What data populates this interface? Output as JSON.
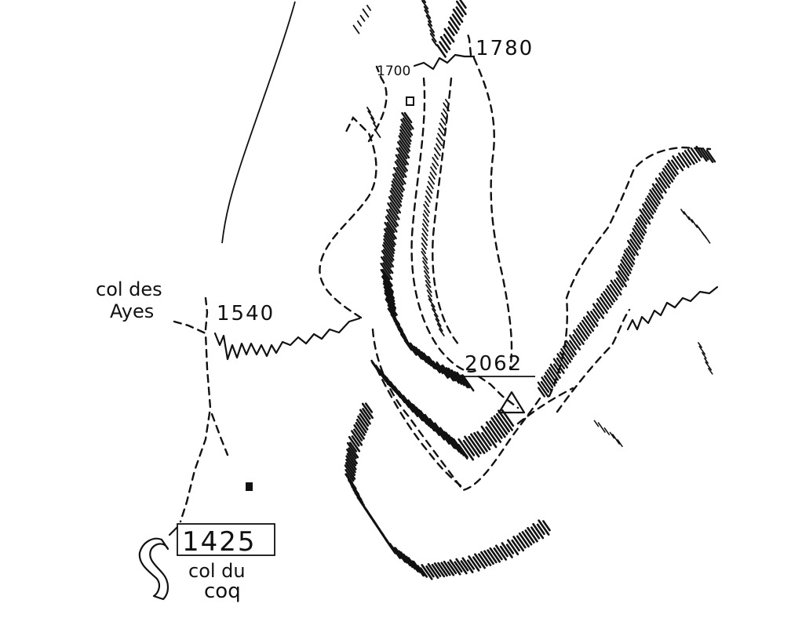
{
  "map": {
    "labels": {
      "col_des_ayes_line1": "col des",
      "col_des_ayes_line2": "Ayes",
      "alt_1540": "1540",
      "alt_1700": "1700",
      "alt_1780": "1780",
      "summit_alt": "2062",
      "col_du_coq_alt": "1425",
      "col_du_coq_line1": "col du",
      "col_du_coq_line2": "coq"
    },
    "colors": {
      "ink": "#111111",
      "paper": "#ffffff"
    },
    "icons": {
      "summit": "triangle-summit-icon",
      "road": "road-hairpin-icon",
      "building": "square-building-icon"
    }
  }
}
